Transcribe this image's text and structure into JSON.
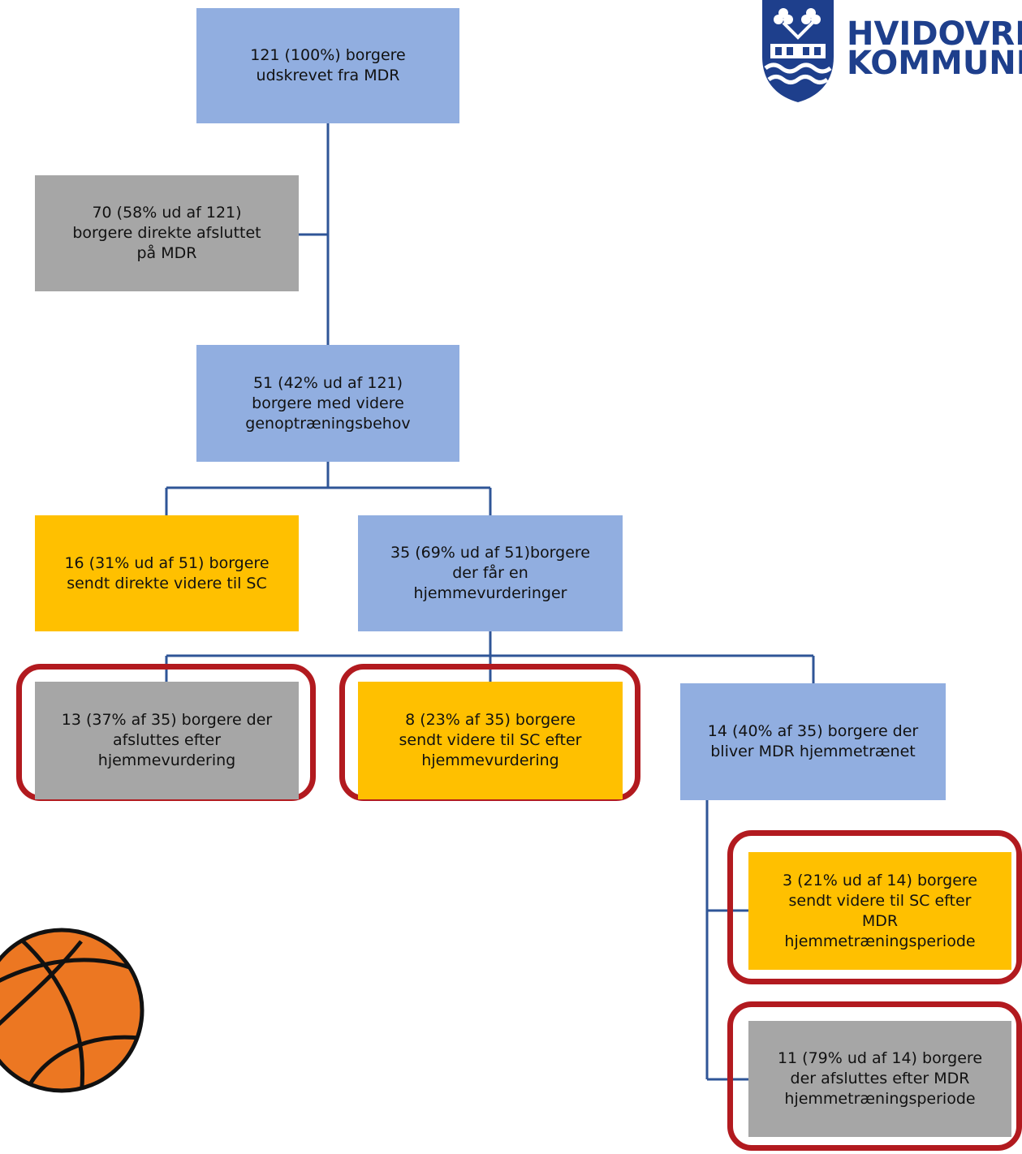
{
  "logo": {
    "line1": "HVIDOVRE",
    "line2": "KOMMUNE"
  },
  "colors": {
    "blue": "#91aee0",
    "gray": "#a6a6a6",
    "yellow": "#ffc000",
    "line": "#2f5597",
    "highlight": "#b21a1f",
    "brand": "#1e3f8c",
    "ball": "#ec7722"
  },
  "nodes": {
    "root": {
      "lines": [
        "121 (100%) borgere",
        "udskrevet fra MDR"
      ]
    },
    "closed_direct": {
      "lines": [
        "70 (58% ud af 121)",
        "borgere direkte afsluttet",
        "på MDR"
      ]
    },
    "further_needs": {
      "lines": [
        "51 (42% ud af 121)",
        "borgere med videre",
        "genoptræningsbehov"
      ]
    },
    "sc_direct": {
      "lines": [
        "16 (31% ud af 51)  borgere",
        "sendt direkte videre til SC"
      ]
    },
    "home_assessment": {
      "lines": [
        "35 (69% ud af 51)borgere",
        "der får en",
        "hjemmevurderinger"
      ]
    },
    "closed_after_assessment": {
      "lines": [
        "13 (37% af 35) borgere der",
        "afsluttes efter",
        "hjemmevurdering"
      ]
    },
    "sc_after_assessment": {
      "lines": [
        "8 (23% af 35) borgere",
        "sendt videre til SC efter",
        "hjemmevurdering"
      ]
    },
    "home_trained": {
      "lines": [
        "14 (40% af 35) borgere der",
        "bliver MDR hjemmetrænet"
      ]
    },
    "sc_after_training": {
      "lines": [
        "3 (21% ud af 14) borgere",
        "sendt videre til SC efter",
        "MDR",
        "hjemmetræningsperiode"
      ]
    },
    "closed_after_training": {
      "lines": [
        "11 (79% ud af 14) borgere",
        "der afsluttes efter MDR",
        "hjemmetræningsperiode"
      ]
    }
  }
}
